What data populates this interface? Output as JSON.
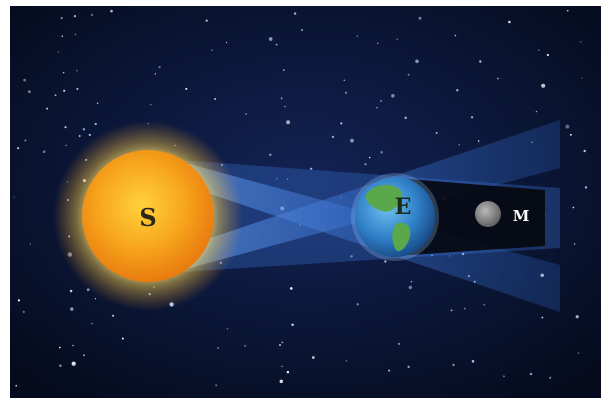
{
  "diagram": {
    "sun": {
      "label": "S"
    },
    "earth": {
      "label": "E"
    },
    "moon": {
      "label": "M"
    }
  },
  "colors": {
    "background": "#0a1430",
    "frame": "#ffffff",
    "sun_core": "#f7a51c",
    "sun_glow": "#fff2a8",
    "beam": "#4f8fe6",
    "umbra": "#05070d",
    "earth_ocean": "#2f7fc7",
    "earth_land": "#5aa84a",
    "moon": "#8a8a8a",
    "label_dark": "#2b2616",
    "label_light": "#ffffff"
  }
}
